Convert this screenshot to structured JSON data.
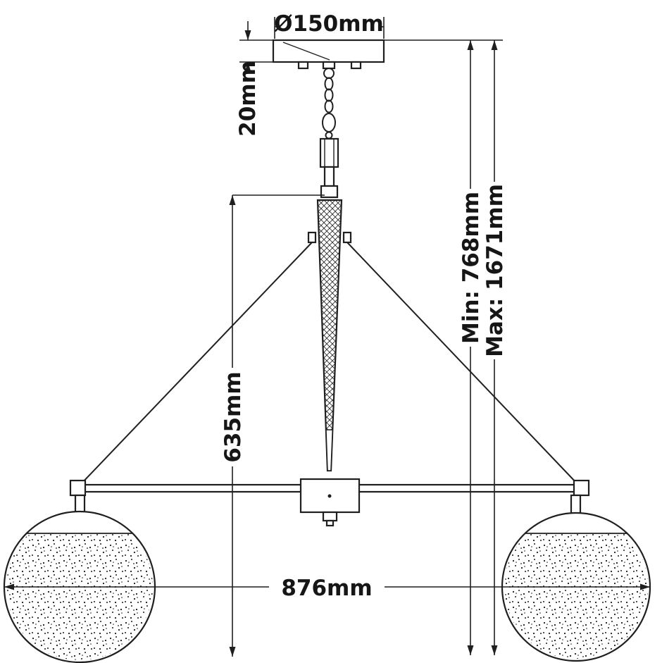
{
  "drawing": {
    "subject": "two-globe pendant chandelier dimension drawing",
    "labels": {
      "canopy_diameter": "Ø150mm",
      "canopy_height": "20mm",
      "min_drop": "Min: 768mm",
      "max_drop": "Max: 1671mm",
      "fixture_drop": "635mm",
      "overall_width": "876mm"
    },
    "values_mm": {
      "canopy_diameter": 150,
      "canopy_height": 20,
      "min_drop": 768,
      "max_drop": 1671,
      "fixture_drop": 635,
      "overall_width": 876
    },
    "colors": {
      "line": "#1f1f1f",
      "background": "#ffffff"
    }
  }
}
